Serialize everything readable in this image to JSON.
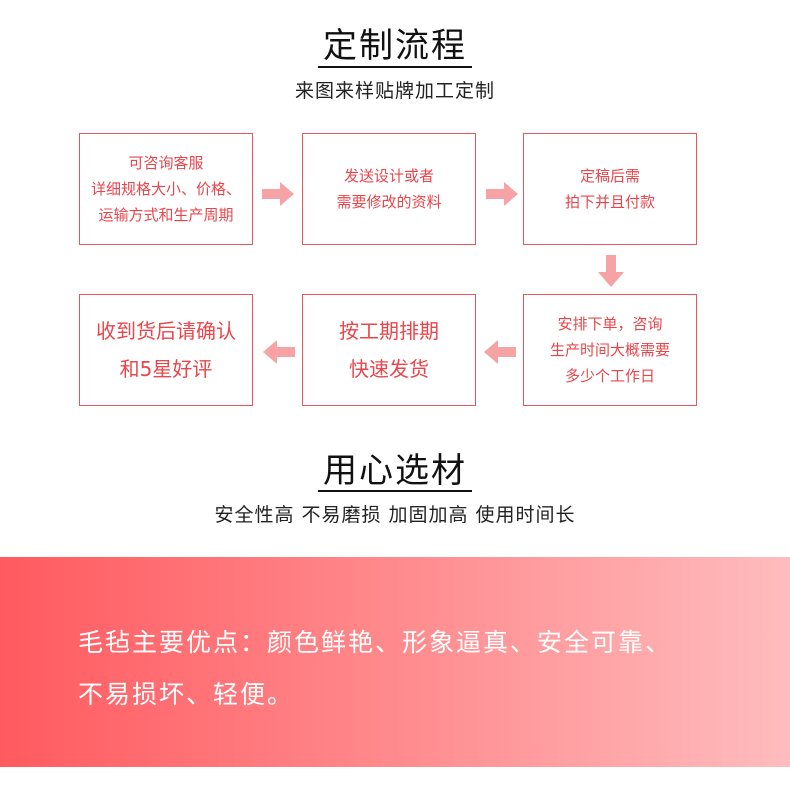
{
  "section1": {
    "title": "定制流程",
    "subtitle": "来图来样贴牌加工定制"
  },
  "steps": [
    {
      "lines": [
        "可咨询客服",
        "详细规格大小、价格、",
        "运输方式和生产周期"
      ]
    },
    {
      "lines": [
        "发送设计或者",
        "需要修改的资料"
      ]
    },
    {
      "lines": [
        "定稿后需",
        "拍下并且付款"
      ]
    },
    {
      "lines": [
        "安排下单，咨询",
        "生产时间大概需要",
        "多少个工作日"
      ]
    },
    {
      "lines": [
        "按工期排期",
        "快速发货"
      ]
    },
    {
      "lines": [
        "收到货后请确认",
        "和5星好评"
      ]
    }
  ],
  "section2": {
    "title": "用心选材",
    "subtitle": "安全性高 不易磨损 加固加高 使用时间长"
  },
  "banner": {
    "line1": "毛毡主要优点：颜色鲜艳、形象逼真、安全可靠、",
    "line2": "不易损坏、轻便。"
  },
  "colors": {
    "accent": "#e9464c",
    "arrow": "#f6a3a5",
    "banner_start": "#ff5a5f",
    "banner_end": "#ffbcbe"
  }
}
